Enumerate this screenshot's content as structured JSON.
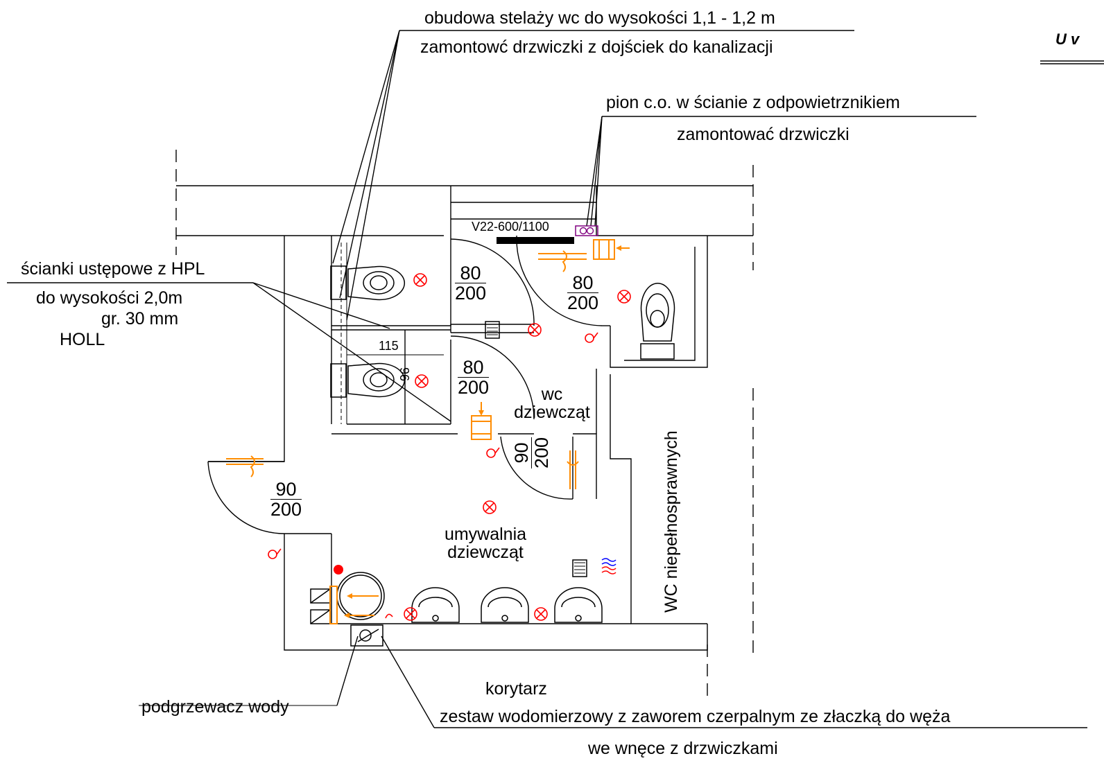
{
  "annotations": {
    "wc_frame_casing_line1": "obudowa stelaży wc do wysokości 1,1 - 1,2 m",
    "wc_frame_casing_line2": "zamontowć drzwiczki z dojściek do kanalizacji",
    "riser_line1": "pion c.o. w ścianie z odpowietrznikiem",
    "riser_line2": "zamontować drzwiczki",
    "partitions_line1": "ścianki ustępowe z HPL",
    "partitions_line2": "do wysokości 2,0m",
    "partitions_line3": "gr. 30 mm",
    "partitions_line4": "HOLL",
    "water_heater": "podgrzewacz wody",
    "corridor": "korytarz",
    "meter_set_line1": "zestaw wodomierzowy z zaworem czerpalnym ze złaczką do węża",
    "meter_set_line2": "we wnęce z drzwiczkami",
    "corner_text": "U v"
  },
  "rooms": {
    "wc_girls_line1": "wc",
    "wc_girls_line2": "dziewcząt",
    "washroom_line1": "umywalnia",
    "washroom_line2": "dziewcząt",
    "wc_disabled": "WC niepełnosprawnych"
  },
  "radiator": {
    "label": "V22-600/1100"
  },
  "dimensions": {
    "cubicle_width": "115",
    "cubicle_depth": "96"
  },
  "doors": [
    {
      "width": "80",
      "height": "200"
    },
    {
      "width": "80",
      "height": "200"
    },
    {
      "width": "80",
      "height": "200"
    },
    {
      "width": "90",
      "height": "200"
    },
    {
      "width": "90",
      "height": "200"
    }
  ],
  "colors": {
    "walls": "#000000",
    "ventilation": "#ff0000",
    "heating": "#ff8c00",
    "riser": "#800080",
    "cold_water": "#0000ff"
  }
}
